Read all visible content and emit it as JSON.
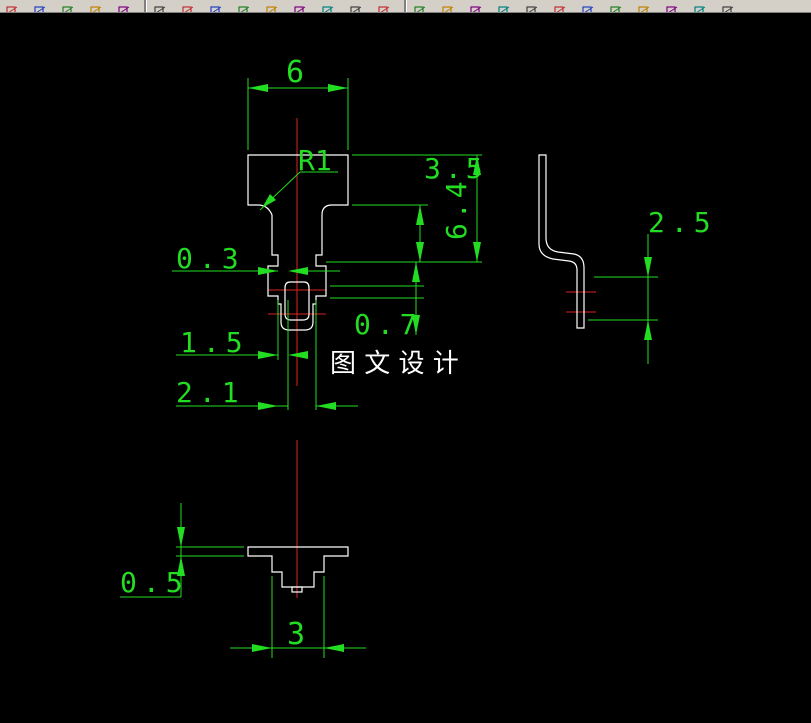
{
  "toolbar": {
    "icons": [
      "pan-icon",
      "grid-icon",
      "layer-icon",
      "dim-icon",
      "circle-icon",
      "sep",
      "bar-icon",
      "text-icon",
      "rect-icon",
      "arc-icon",
      "pipe-icon",
      "plus-icon",
      "gear-icon",
      "target-icon",
      "bars-icon",
      "sep",
      "arrow-icon",
      "baseline-icon",
      "line-icon",
      "diag-icon",
      "flag-icon",
      "wrench-icon",
      "box-icon",
      "cut-icon",
      "xmark-icon",
      "pen-icon",
      "slash-icon",
      "check-icon"
    ]
  },
  "drawing": {
    "colors": {
      "background": "#000000",
      "outline": "#ffffff",
      "dimension": "#22dd22",
      "centerline": "#dd2222"
    },
    "dimensions": {
      "top_width": "6",
      "fillet_radius": "R1",
      "top_height": "3.5",
      "total_height": "6.4",
      "neck_offset": "0.3",
      "slot_gap": "0.7",
      "slot_width": "1.5",
      "stem_width": "2.1",
      "side_height": "2.5",
      "plate_thickness": "0.5",
      "bottom_width": "3"
    },
    "watermark": "图 文 设 计"
  }
}
